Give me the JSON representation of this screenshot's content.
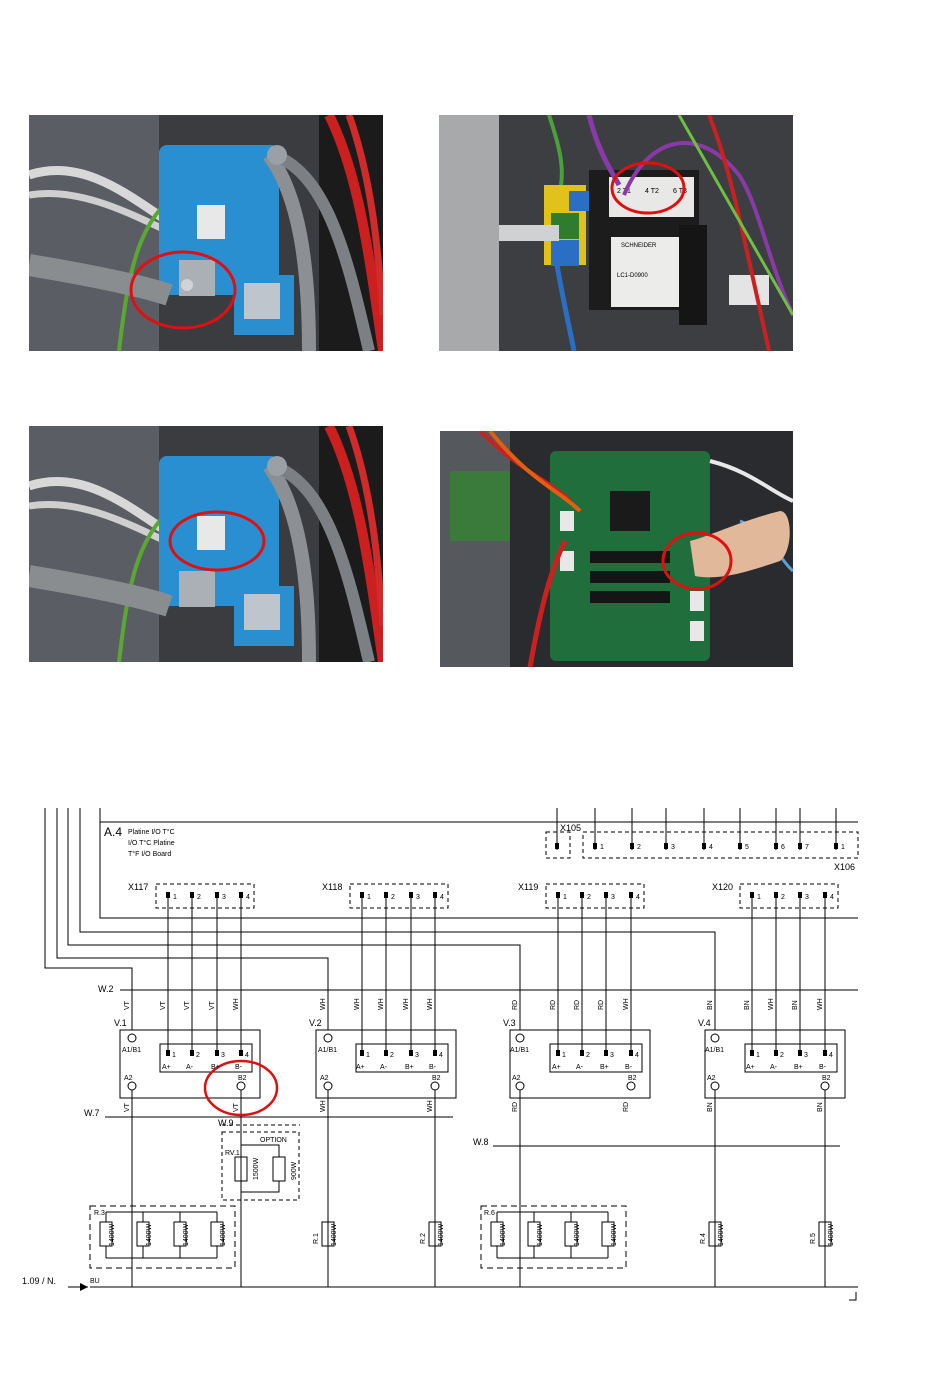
{
  "photos": [
    {
      "name": "photo-current-sensor-terminal",
      "highlight": "terminal-screw"
    },
    {
      "name": "photo-contactor-terminals",
      "labels": {
        "brand": "SCHNEIDER",
        "t1": "2 T1",
        "t2": "4 T2",
        "t3": "6 T3",
        "model": "LC1-D0900"
      }
    },
    {
      "name": "photo-current-sensor-connector",
      "highlight": "sensor-connector"
    },
    {
      "name": "photo-io-board-connector",
      "highlight": "board-connector"
    }
  ],
  "schematic": {
    "board": {
      "id": "A.4",
      "line1": "Platine I/O T°C",
      "line2": "I/O T°C Platine",
      "line3": "T°F I/O Board"
    },
    "connectors": {
      "x105": "X105",
      "x106": "X106",
      "x117": "X117",
      "x118": "X118",
      "x119": "X119",
      "x120": "X120",
      "pins": [
        "1",
        "2",
        "3",
        "4"
      ],
      "x106_pins": [
        "1",
        "2",
        "3",
        "4",
        "5",
        "6",
        "7",
        "1"
      ]
    },
    "wires": {
      "w2": "W.2",
      "w7": "W.7",
      "w8": "W.8",
      "w9": "W.9"
    },
    "wire_colors": {
      "vt": "VT",
      "wh": "WH",
      "rd": "RD",
      "bn": "BN",
      "bu": "BU"
    },
    "sensors": {
      "v1": "V.1",
      "v2": "V.2",
      "v3": "V.3",
      "v4": "V.4",
      "a1b1": "A1/B1",
      "a2": "A2",
      "b2": "B2",
      "pin_labels": [
        "A+",
        "A-",
        "B+",
        "B-"
      ]
    },
    "option": {
      "label": "OPTION",
      "rv": "RV.1",
      "w1": "1500W",
      "w2": "900W"
    },
    "heaters": {
      "r1": "R.1",
      "r2": "R.2",
      "r3": "R.3",
      "r4": "R.4",
      "r5": "R.5",
      "r6": "R.6",
      "power": "1400W"
    },
    "neutral": "1.09 / N."
  },
  "colors": {
    "highlight": "#dd1111",
    "sensor_blue": "#2a8fd0",
    "board_green": "#1f6e3c"
  }
}
